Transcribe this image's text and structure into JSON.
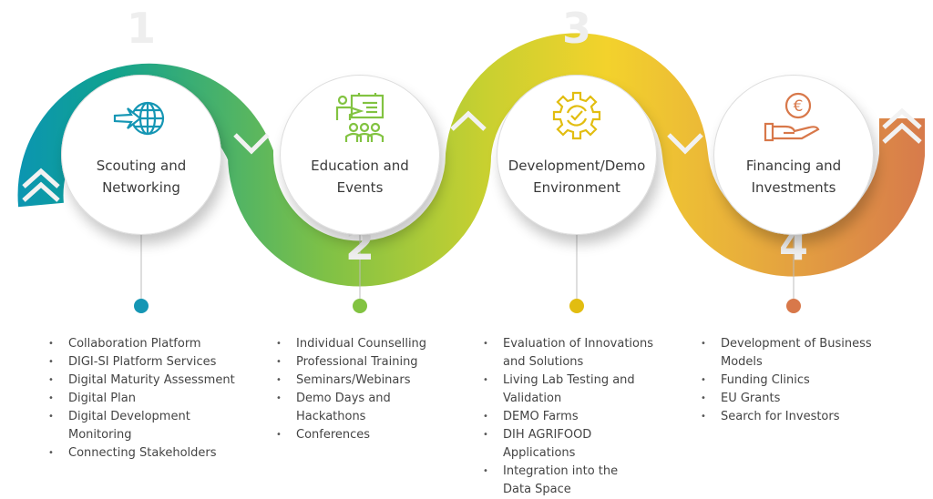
{
  "stages": [
    {
      "number": "1",
      "title_line1": "Scouting and",
      "title_line2": "Networking",
      "icon": "globe-arrow-icon",
      "color": "#1596b4",
      "items": [
        "Collaboration Platform",
        "DIGI-SI Platform Services",
        "Digital Maturity Assessment",
        "Digital Plan",
        "Digital Development Monitoring",
        "Connecting Stakeholders"
      ]
    },
    {
      "number": "2",
      "title_line1": "Education and",
      "title_line2": "Events",
      "icon": "presentation-icon",
      "color": "#82c341",
      "items": [
        "Individual Counselling",
        "Professional Training",
        "Seminars/Webinars",
        "Demo Days and Hackathons",
        "Conferences"
      ]
    },
    {
      "number": "3",
      "title_line1": "Development/Demo",
      "title_line2": "Environment",
      "icon": "gear-check-icon",
      "color": "#e2bd10",
      "items": [
        "Evaluation of Innovations and Solutions",
        "Living Lab Testing and Validation",
        "DEMO Farms",
        "DIH AGRIFOOD Applications",
        "Integration into the Data Space"
      ]
    },
    {
      "number": "4",
      "title_line1": "Financing and",
      "title_line2": "Investments",
      "icon": "euro-hand-icon",
      "color": "#d8784a",
      "items": [
        "Development of Business Models",
        "Funding Clinics",
        "EU Grants",
        "Search for Investors"
      ]
    }
  ],
  "ribbon_colors": [
    "#0e98b4",
    "#12a58e",
    "#7cc045",
    "#cfd12e",
    "#f2cf2c",
    "#e6a93e",
    "#d8784a"
  ]
}
